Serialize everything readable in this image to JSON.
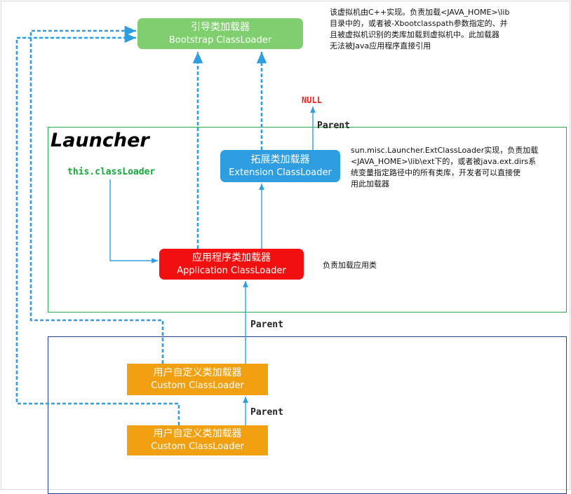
{
  "diagram": {
    "container_title": "Launcher",
    "nodes": {
      "bootstrap": {
        "name_zh": "引导类加载器",
        "name_en": "Bootstrap ClassLoader"
      },
      "extension": {
        "name_zh": "拓展类加载器",
        "name_en": "Extension ClassLoader"
      },
      "application": {
        "name_zh": "应用程序类加载器",
        "name_en": "Application ClassLoader"
      },
      "custom_1": {
        "name_zh": "用户自定义类加载器",
        "name_en": "Custom ClassLoader"
      },
      "custom_2": {
        "name_zh": "用户自定义类加载器",
        "name_en": "Custom ClassLoader"
      }
    },
    "labels": {
      "null": "NULL",
      "parent": "Parent",
      "this_classloader": "this.classLoader"
    },
    "notes": {
      "bootstrap": [
        "该虚拟机由C++实现。负责加载<JAVA_HOME>\\lib",
        "目录中的，或者被-Xbootclasspath参数指定的、并",
        "且被虚拟机识别的类库加载到虚拟机中。此加载器",
        "无法被Java应用程序直接引用"
      ],
      "extension": [
        "sun.misc.Launcher.ExtClassLoader实现，负责加载",
        "<JAVA_HOME>\\lib\\ext下的，或者被java.ext.dirs系",
        "统变量指定路径中的所有类库，开发者可以直接使",
        "用此加载器"
      ],
      "application": "负责加载应用类"
    },
    "colors": {
      "bootstrap": "#7fcf6f",
      "extension": "#2f9ee0",
      "application": "#f20f0f",
      "custom": "#f0a010",
      "edge": "#2f9ee0",
      "launcher_border": "#2aa84a",
      "custom_border": "#1f3f8a",
      "null_text": "#ff1a1a",
      "this_classloader_text": "#12a83a"
    }
  }
}
